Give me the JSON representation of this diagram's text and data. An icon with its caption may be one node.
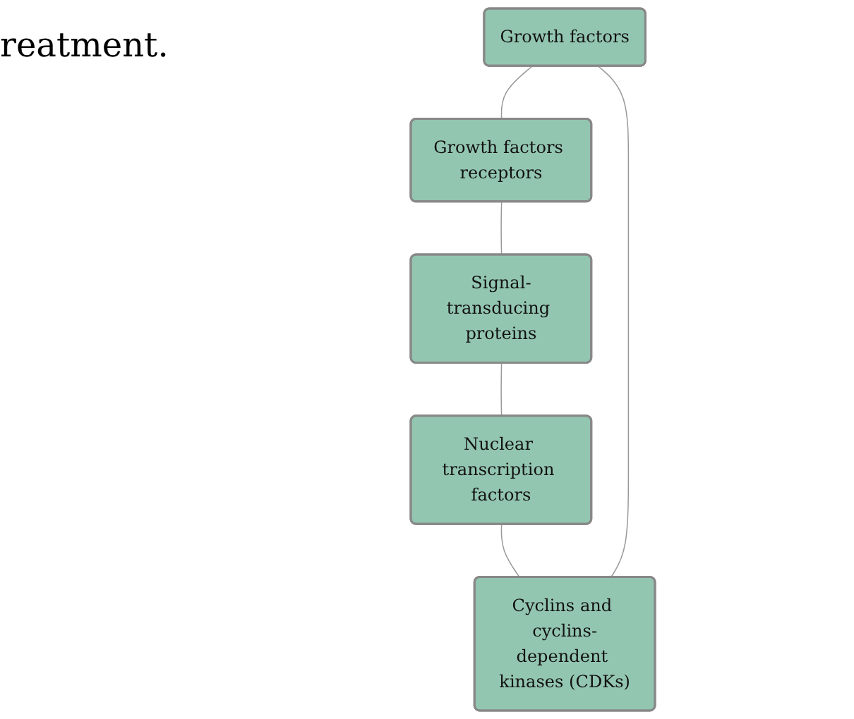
{
  "diagram": {
    "nodes": [
      {
        "text": [
          "Growth factors"
        ]
      },
      {
        "text": [
          "Growth factors receptors"
        ]
      },
      {
        "text": [
          "Signal-transducing proteins"
        ]
      },
      {
        "text": [
          "Nuclear transcription factors"
        ]
      },
      {
        "text": [
          "Cyclins and cyclins-dependent kinases (CDKs)"
        ]
      }
    ],
    "edges": [
      {
        "from": 0,
        "to": 1,
        "arrow": "none"
      },
      {
        "from": 1,
        "to": 2,
        "arrow": "none"
      },
      {
        "from": 2,
        "to": 3,
        "arrow": "none"
      },
      {
        "from": 3,
        "to": 4,
        "arrow": "none"
      },
      {
        "from": 4,
        "to": 0,
        "arrow": "none"
      }
    ],
    "labels": [
      "reatment."
    ]
  }
}
